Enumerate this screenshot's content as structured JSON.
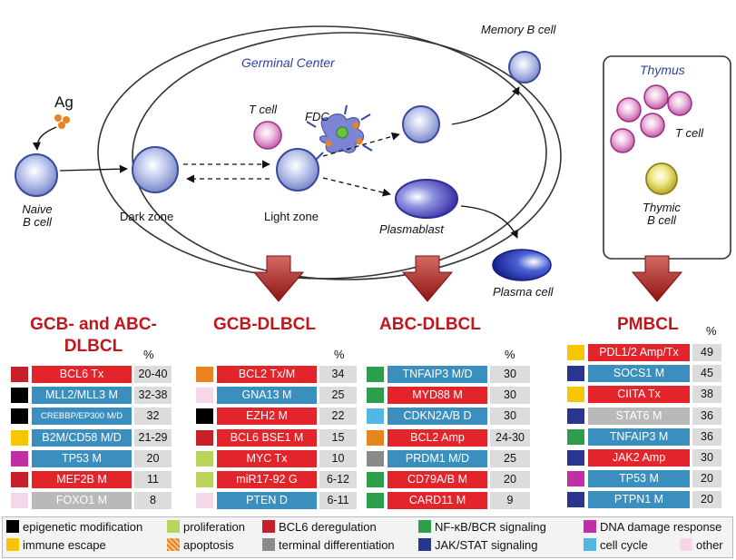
{
  "diagram": {
    "ag": "Ag",
    "germinal_center": "Germinal Center",
    "naive": [
      "Naive",
      "B cell"
    ],
    "dark_zone": "Dark zone",
    "light_zone": "Light zone",
    "t_cell": "T cell",
    "fdc": "FDC",
    "memory": "Memory B cell",
    "plasmablast": "Plasmablast",
    "plasma": "Plasma cell",
    "thymus": "Thymus",
    "thymus_t_cell": "T cell",
    "thymic": [
      "Thymic",
      "B cell"
    ]
  },
  "colors": {
    "red": "#e3242b",
    "blue": "#3a8fbf",
    "gray": "#b9b9b9",
    "epigenetic": "#000000",
    "proliferation": "#b9d45a",
    "bcl6": "#c8202a",
    "nfkb": "#2f9e4a",
    "dna_damage": "#c02fa6",
    "immune_escape": "#f7c600",
    "apoptosis": "#e8841d",
    "terminal": "#8a8a8a",
    "jakstat": "#2a3590",
    "cell_cycle": "#52b7e6",
    "other": "#f4d8ea"
  },
  "columns": [
    {
      "title": [
        "GCB- and ABC-",
        "DLBCL"
      ],
      "pct_label": "%",
      "rows": [
        {
          "cat": "bcl6",
          "gene": "BCL6 Tx",
          "fill": "red",
          "pct": "20-40"
        },
        {
          "cat": "epigenetic",
          "gene": "MLL2/MLL3 M",
          "fill": "blue",
          "pct": "32-38"
        },
        {
          "cat": "epigenetic",
          "gene": "CREBBP/EP300 M/D",
          "fill": "blue",
          "pct": "32",
          "small": true
        },
        {
          "cat": "immune_escape",
          "gene": "B2M/CD58 M/D",
          "fill": "blue",
          "pct": "21-29"
        },
        {
          "cat": "dna_damage",
          "gene": "TP53 M",
          "fill": "blue",
          "pct": "20"
        },
        {
          "cat": "bcl6",
          "gene": "MEF2B M",
          "fill": "red",
          "pct": "11"
        },
        {
          "cat": "other",
          "gene": "FOXO1 M",
          "fill": "gray",
          "pct": "8"
        }
      ]
    },
    {
      "title": [
        "GCB-DLBCL"
      ],
      "pct_label": "%",
      "rows": [
        {
          "cat": "apoptosis",
          "gene": "BCL2 Tx/M",
          "fill": "red",
          "pct": "34"
        },
        {
          "cat": "other",
          "gene": "GNA13 M",
          "fill": "blue",
          "pct": "25"
        },
        {
          "cat": "epigenetic",
          "gene": "EZH2 M",
          "fill": "red",
          "pct": "22"
        },
        {
          "cat": "bcl6",
          "gene": "BCL6 BSE1 M",
          "fill": "red",
          "pct": "15"
        },
        {
          "cat": "proliferation",
          "gene": "MYC Tx",
          "fill": "red",
          "pct": "10"
        },
        {
          "cat": "proliferation",
          "gene": "miR17-92 G",
          "fill": "red",
          "pct": "6-12"
        },
        {
          "cat": "other",
          "gene": "PTEN D",
          "fill": "blue",
          "pct": "6-11"
        }
      ]
    },
    {
      "title": [
        "ABC-DLBCL"
      ],
      "pct_label": "%",
      "rows": [
        {
          "cat": "nfkb",
          "gene": "TNFAIP3 M/D",
          "fill": "blue",
          "pct": "30"
        },
        {
          "cat": "nfkb",
          "gene": "MYD88 M",
          "fill": "red",
          "pct": "30"
        },
        {
          "cat": "cell_cycle",
          "gene": "CDKN2A/B D",
          "fill": "blue",
          "pct": "30"
        },
        {
          "cat": "apoptosis",
          "gene": "BCL2 Amp",
          "fill": "red",
          "pct": "24-30"
        },
        {
          "cat": "terminal",
          "gene": "PRDM1 M/D",
          "fill": "blue",
          "pct": "25"
        },
        {
          "cat": "nfkb",
          "gene": "CD79A/B M",
          "fill": "red",
          "pct": "20"
        },
        {
          "cat": "nfkb",
          "gene": "CARD11 M",
          "fill": "red",
          "pct": "9"
        }
      ]
    },
    {
      "title": [
        "PMBCL"
      ],
      "pct_label": "%",
      "rows": [
        {
          "cat": "immune_escape",
          "gene": "PDL1/2 Amp/Tx",
          "fill": "red",
          "pct": "49"
        },
        {
          "cat": "jakstat",
          "gene": "SOCS1 M",
          "fill": "blue",
          "pct": "45"
        },
        {
          "cat": "immune_escape",
          "gene": "CIITA Tx",
          "fill": "red",
          "pct": "38"
        },
        {
          "cat": "jakstat",
          "gene": "STAT6 M",
          "fill": "gray",
          "pct": "36"
        },
        {
          "cat": "nfkb",
          "gene": "TNFAIP3 M",
          "fill": "blue",
          "pct": "36"
        },
        {
          "cat": "jakstat",
          "gene": "JAK2 Amp",
          "fill": "red",
          "pct": "30"
        },
        {
          "cat": "dna_damage",
          "gene": "TP53 M",
          "fill": "blue",
          "pct": "20"
        },
        {
          "cat": "jakstat",
          "gene": "PTPN1 M",
          "fill": "blue",
          "pct": "20"
        }
      ]
    }
  ],
  "legend": [
    {
      "cat": "epigenetic",
      "label": "epigenetic modification"
    },
    {
      "cat": "proliferation",
      "label": "proliferation"
    },
    {
      "cat": "bcl6",
      "label": "BCL6 deregulation"
    },
    {
      "cat": "nfkb",
      "label": "NF-κB/BCR signaling"
    },
    {
      "cat": "dna_damage",
      "label": "DNA damage response"
    },
    {
      "cat": "immune_escape",
      "label": "immune escape"
    },
    {
      "cat": "apoptosis",
      "label": "apoptosis"
    },
    {
      "cat": "terminal",
      "label": "terminal differentiation"
    },
    {
      "cat": "jakstat",
      "label": "JAK/STAT signaling"
    },
    {
      "cat": "cell_cycle",
      "label": "cell cycle"
    },
    {
      "cat": "other",
      "label": "other"
    }
  ]
}
